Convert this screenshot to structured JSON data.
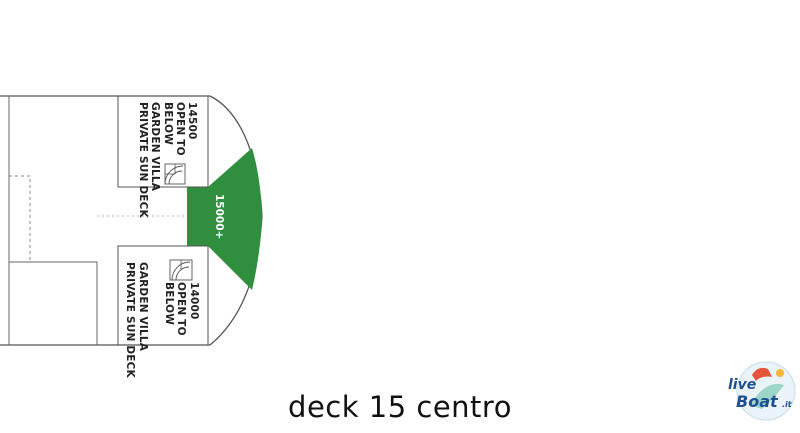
{
  "caption": "deck 15 centro",
  "rooms": {
    "upper": {
      "number": "14500",
      "line1": "OPEN TO",
      "line2": "BELOW",
      "line3": "GARDEN VILLA",
      "line4": "PRIVATE SUN DECK"
    },
    "lower": {
      "number": "14000",
      "line1": "OPEN TO",
      "line2": "BELOW",
      "line3": "GARDEN VILLA",
      "line4": "PRIVATE SUN DECK"
    }
  },
  "green_area": {
    "label": "15000+",
    "color": "#2f8f3f"
  },
  "logo": {
    "word1": "live",
    "word2": "Boat",
    "suffix": ".it"
  },
  "colors": {
    "line": "#555555",
    "dashed": "#888888",
    "logo_blue": "#1d4f91"
  }
}
